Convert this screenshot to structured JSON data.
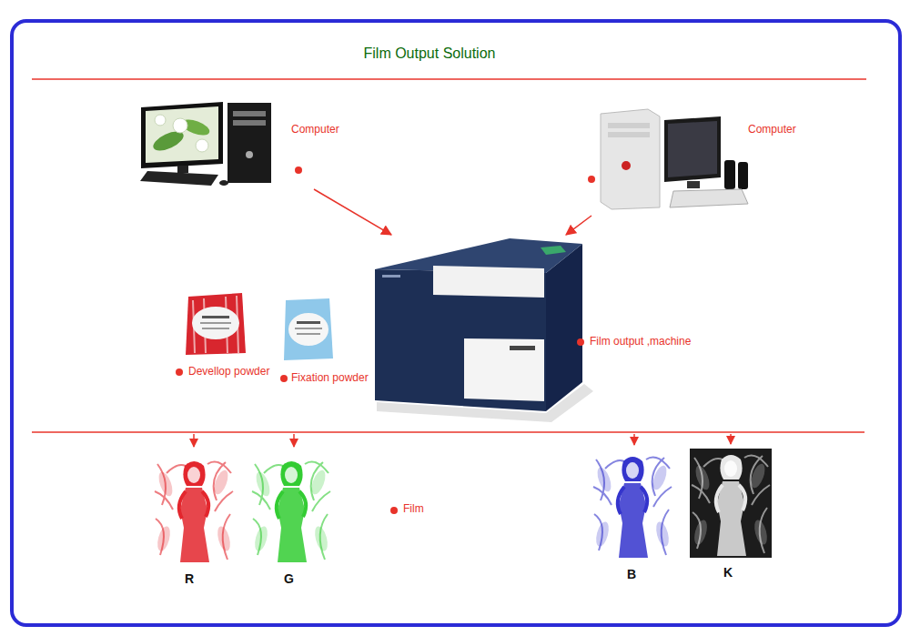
{
  "diagram": {
    "title": "Film Output Solution",
    "nodes": [
      {
        "text": [
          "Computer"
        ]
      },
      {
        "text": [
          "Computer"
        ]
      },
      {
        "text": [
          "Devellop powder"
        ]
      },
      {
        "text": [
          "Fixation powder"
        ]
      },
      {
        "text": [
          "Film output ,machine"
        ]
      },
      {
        "text": [
          "R"
        ]
      },
      {
        "text": [
          "G"
        ]
      },
      {
        "text": [
          "B"
        ]
      },
      {
        "text": [
          "K"
        ]
      }
    ],
    "edges": [
      {
        "from": 0,
        "to": 4,
        "arrow": "to"
      },
      {
        "from": 1,
        "to": 4,
        "arrow": "to"
      }
    ],
    "labels": [
      "Film"
    ]
  }
}
